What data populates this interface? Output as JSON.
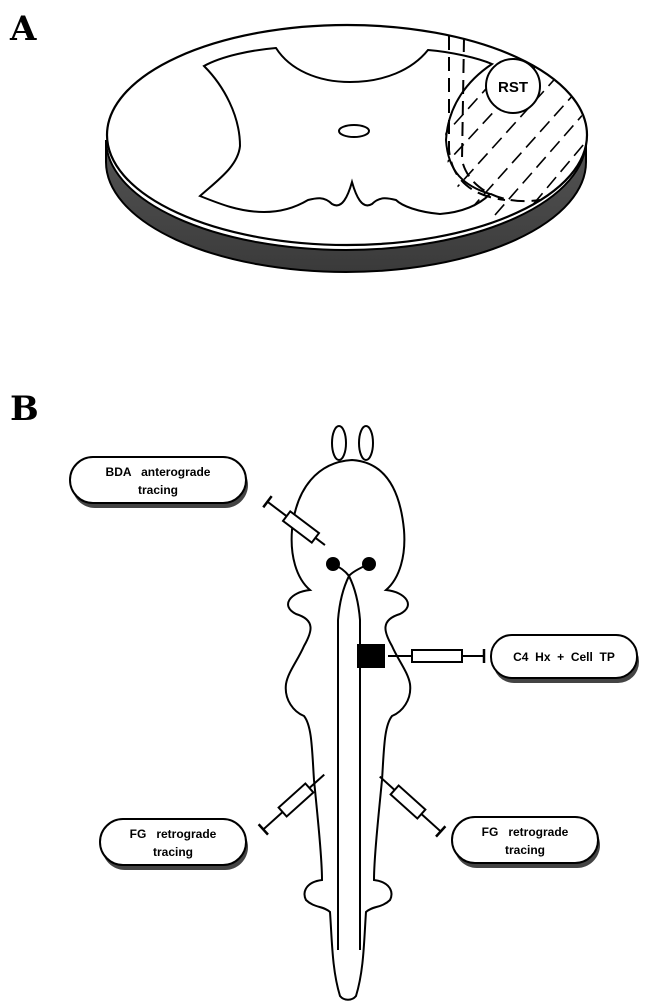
{
  "panels": {
    "a": "A",
    "b": "B"
  },
  "panel_a": {
    "tract_label": "RST"
  },
  "panel_b": {
    "bda_label": {
      "line1": "BDA   anterograde",
      "line2": "tracing"
    },
    "lesion_label": "C4  Hx  +  Cell  TP",
    "fg_left_label": {
      "line1": "FG   retrograde",
      "line2": "tracing"
    },
    "fg_right_label": {
      "line1": "FG   retrograde",
      "line2": "tracing"
    }
  }
}
